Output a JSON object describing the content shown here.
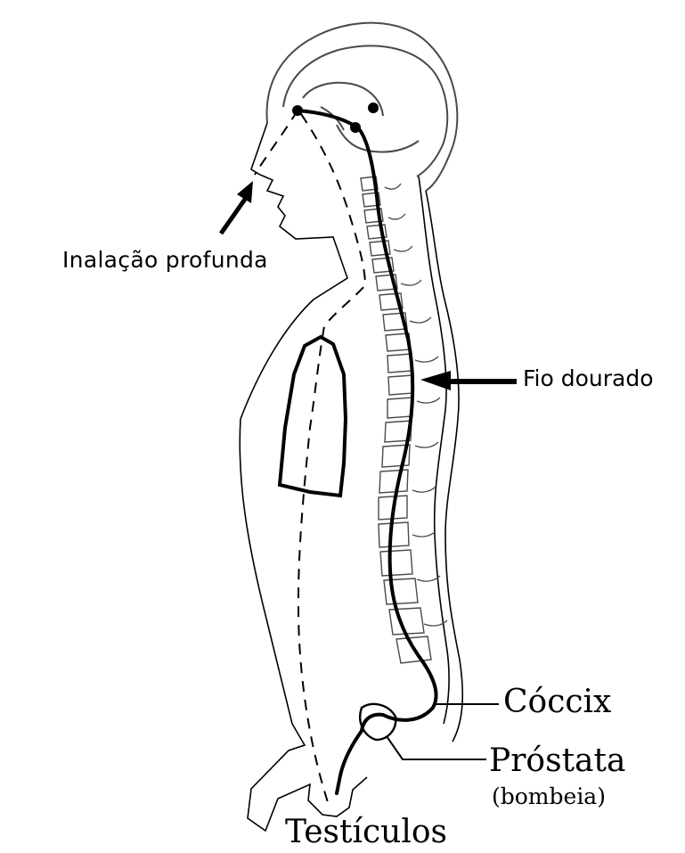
{
  "labels": {
    "inhalation": "Inalação profunda",
    "golden_thread": "Fio dourado",
    "coccyx": "Cóccix",
    "prostate": "Próstata",
    "prostate_note": "(bombeia)",
    "testicles": "Testículos"
  },
  "colors": {
    "ink": "#000000",
    "background": "#ffffff",
    "line_art": "#4a4a4a"
  }
}
